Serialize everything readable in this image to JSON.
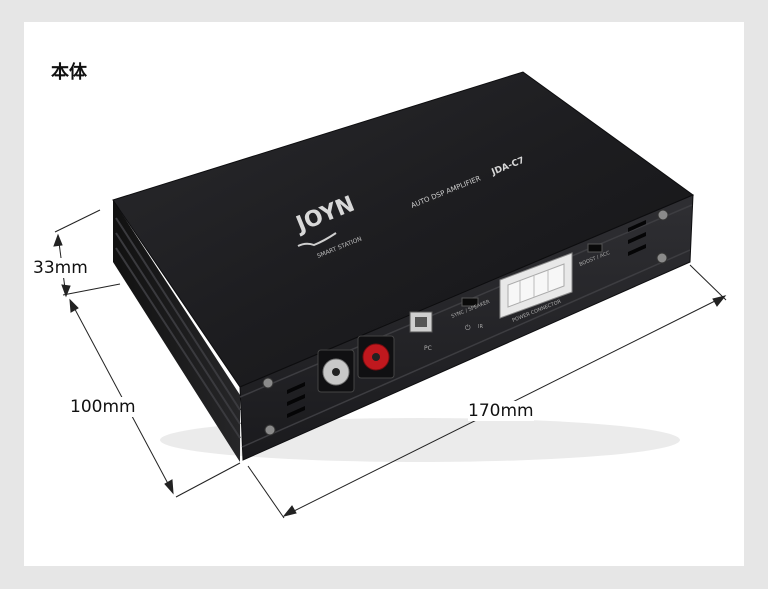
{
  "title": "本体",
  "device": {
    "brand": "JOYN",
    "brand_tag": "SMART STATION",
    "product_line": "AUTO DSP AMPLIFIER",
    "model": "JDA-C7",
    "port_labels": {
      "usb": "PC",
      "switch_left": "SYNC / SPEAKER",
      "switch_right": "BOOST / ACC",
      "connector": "POWER CONNECTOR",
      "power_mark": "⏻",
      "ir_mark": "IR"
    }
  },
  "dimensions": {
    "height": "33mm",
    "depth": "100mm",
    "width": "170mm"
  },
  "colors": {
    "background": "#e6e6e6",
    "panel": "#ffffff",
    "device_body": "#1c1c1e",
    "rca_red": "#c0181e"
  }
}
